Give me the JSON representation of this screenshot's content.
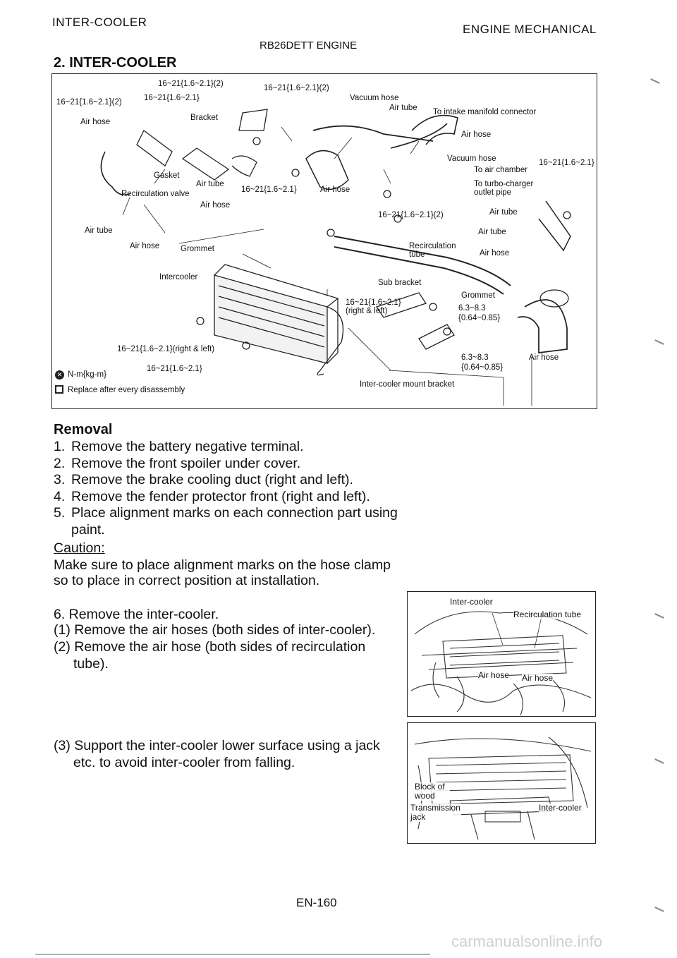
{
  "header": {
    "left": "INTER-COOLER",
    "right": "ENGINE MECHANICAL",
    "center": "RB26DETT ENGINE"
  },
  "section_title": "2. INTER-COOLER",
  "diagram": {
    "labels": {
      "t1": "16~21{1.6~2.1}(2)",
      "t2": "16~21{1.6~2.1}(2)",
      "t3": "16~21{1.6~2.1}",
      "t4": "16~21{1.6~2.1}(2)",
      "vacuum_hose_1": "Vacuum hose",
      "air_tube_1": "Air tube",
      "intake_connector": "To intake manifold connector",
      "air_hose_r1": "Air hose",
      "bracket": "Bracket",
      "air_hose_1": "Air hose",
      "gasket": "Gasket",
      "air_tube_2": "Air tube",
      "t5": "16~21{1.6~2.1}",
      "recirc_valve": "Recirculation valve",
      "air_hose_2": "Air hose",
      "air_hose_3": "Air hose",
      "vacuum_hose_2": "Vacuum hose",
      "to_air_chamber": "To air chamber",
      "t6": "16~21{1.6~2.1}",
      "turbo_outlet": "To turbo-charger outlet pipe",
      "t7": "16~21{1.6~2.1}(2)",
      "air_tube_3": "Air tube",
      "air_tube_4": "Air tube",
      "air_tube_5": "Air tube",
      "air_hose_4": "Air hose",
      "grommet_1": "Grommet",
      "recirc_tube": "Recirculation tube",
      "air_hose_5": "Air hose",
      "intercooler": "Intercooler",
      "sub_bracket": "Sub bracket",
      "t8": "16~21{1.6~2.1}",
      "right_left_1": "(right & left)",
      "grommet_2": "Grommet",
      "t9": "6.3~8.3",
      "t9b": "{0.64~0.85}",
      "t10": "16~21{1.6~2.1}(right & left)",
      "t11": "16~21{1.6~2.1}",
      "t12": "6.3~8.3",
      "t12b": "{0.64~0.85}",
      "air_hose_6": "Air hose",
      "legend_torque": "N-m{kg-m}",
      "legend_replace": "Replace after every disassembly",
      "mount_bracket": "Inter-cooler mount bracket"
    }
  },
  "removal": {
    "heading": "Removal",
    "steps": [
      {
        "n": "1.",
        "text": "Remove the battery negative terminal."
      },
      {
        "n": "2.",
        "text": "Remove the front spoiler under cover."
      },
      {
        "n": "3.",
        "text": "Remove the brake cooling duct (right and left)."
      },
      {
        "n": "4.",
        "text": "Remove the fender protector front (right and left)."
      },
      {
        "n": "5.",
        "text": "Place alignment marks on each connection part using paint."
      }
    ],
    "caution_heading": "Caution:",
    "caution_text": "Make sure to place alignment marks on the hose clamp so to place in correct position at installation.",
    "step6": "6. Remove the inter-cooler.",
    "step6_1": "(1) Remove the air hoses (both sides of inter-cooler).",
    "step6_2a": "(2) Remove the air hose (both sides of recirculation",
    "step6_2b": "tube).",
    "step6_3a": "(3) Support the inter-cooler lower surface using a jack",
    "step6_3b": "etc. to avoid inter-cooler from falling."
  },
  "photo1": {
    "intercooler": "Inter-cooler",
    "recirc_tube": "Recirculation tube",
    "air_hose_a": "Air hose",
    "air_hose_b": "Air hose"
  },
  "photo2": {
    "block": "Block of wood",
    "jack": "Transmission jack",
    "intercooler": "Inter-cooler"
  },
  "footer": {
    "page": "EN-160",
    "watermark": "carmanualsonline.info"
  }
}
